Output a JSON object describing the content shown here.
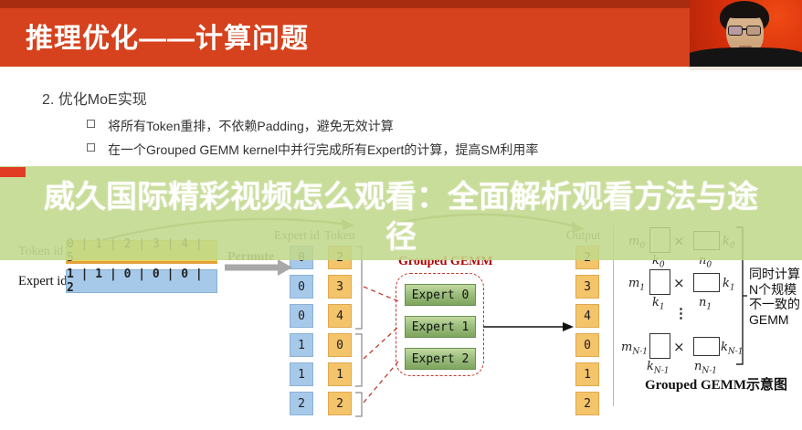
{
  "header": {
    "title": "推理优化——计算问题"
  },
  "slide": {
    "section_title": "2. 优化MoE实现",
    "bullets": [
      "将所有Token重排，不依赖Padding，避免无效计算",
      "在一个Grouped GEMM kernel中并行完成所有Expert的计算，提高SM利用率"
    ]
  },
  "overlay": {
    "line1": "威久国际精彩视频怎么观看：全面解析观看方法与途",
    "line2": "径"
  },
  "diagram": {
    "token_row": {
      "label": "Token id",
      "values": "0 | 1 | 2 | 3 | 4 | 5"
    },
    "expert_row": {
      "label": "Expert id",
      "values": "1 | 1 | 0 | 0 | 0 | 2"
    },
    "permute_label": "Permute",
    "permuted": {
      "expert_header": "Expert id",
      "token_header": "Token",
      "expert_col": [
        "0",
        "0",
        "0",
        "1",
        "1",
        "2"
      ],
      "token_col": [
        "2",
        "3",
        "4",
        "0",
        "1",
        "2"
      ]
    },
    "grouped_gemm": {
      "title": "Grouped GEMM",
      "experts": [
        "Expert 0",
        "Expert 1",
        "Expert 2"
      ]
    },
    "output": {
      "header": "Output",
      "values": [
        "2",
        "3",
        "4",
        "0",
        "1",
        "2"
      ]
    }
  },
  "gemm_schematic": {
    "times": "×",
    "dots": "⋮",
    "rows": [
      {
        "left_base": "m",
        "left_sub": "0",
        "under1_base": "k",
        "under1_sub": "0",
        "right_base": "k",
        "right_sub": "0",
        "under2_base": "n",
        "under2_sub": "0"
      },
      {
        "left_base": "m",
        "left_sub": "1",
        "under1_base": "k",
        "under1_sub": "1",
        "right_base": "k",
        "right_sub": "1",
        "under2_base": "n",
        "under2_sub": "1"
      },
      {
        "left_base": "m",
        "left_sub": "N-1",
        "under1_base": "k",
        "under1_sub": "N-1",
        "right_base": "k",
        "right_sub": "N-1",
        "under2_base": "n",
        "under2_sub": "N-1"
      }
    ],
    "note_lines": [
      "同时计算",
      "N个规模",
      "不一致的",
      "GEMM"
    ],
    "caption": "Grouped GEMM示意图"
  },
  "colors": {
    "title_bar": "#d5421d",
    "overlay_band": "#c2d98e",
    "token_yellow": "#ead64e",
    "id_blue": "#a7c9e9",
    "token_orange": "#f4c46a",
    "expert_green": "#9cbf7e",
    "red_accent": "#c0392b"
  }
}
